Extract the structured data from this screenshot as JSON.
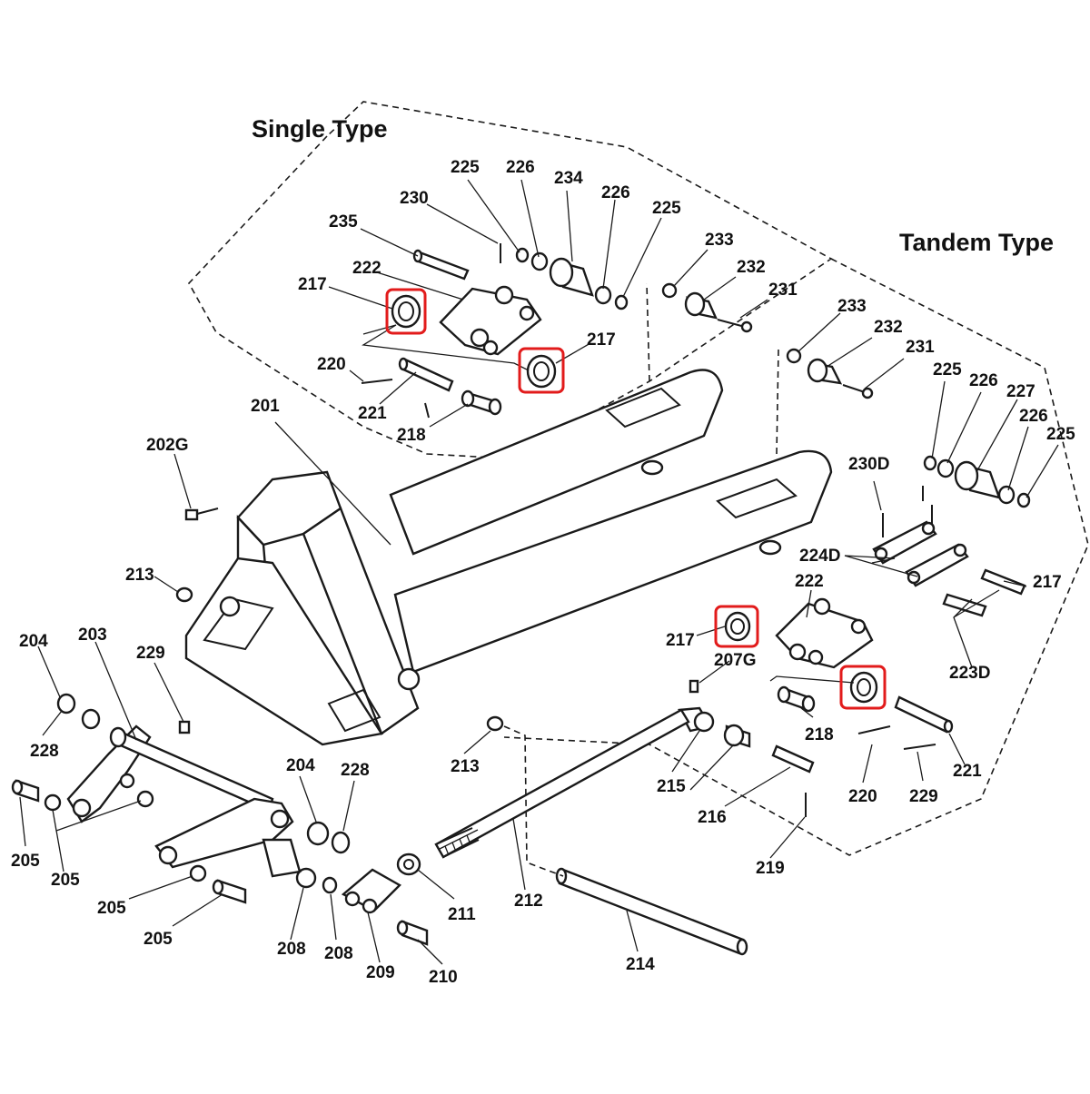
{
  "sections": {
    "single": "Single Type",
    "tandem": "Tandem Type"
  },
  "colors": {
    "highlight": "#e21b1b",
    "line": "#1a1a1a"
  },
  "labels": [
    {
      "id": "l225a",
      "text": "225"
    },
    {
      "id": "l226a",
      "text": "226"
    },
    {
      "id": "l234",
      "text": "234"
    },
    {
      "id": "l226b",
      "text": "226"
    },
    {
      "id": "l225b",
      "text": "225"
    },
    {
      "id": "l230",
      "text": "230"
    },
    {
      "id": "l235",
      "text": "235"
    },
    {
      "id": "l222a",
      "text": "222"
    },
    {
      "id": "l217a",
      "text": "217"
    },
    {
      "id": "l217b",
      "text": "217"
    },
    {
      "id": "l233a",
      "text": "233"
    },
    {
      "id": "l232a",
      "text": "232"
    },
    {
      "id": "l231a",
      "text": "231"
    },
    {
      "id": "l220a",
      "text": "220"
    },
    {
      "id": "l221a",
      "text": "221"
    },
    {
      "id": "l218a",
      "text": "218"
    },
    {
      "id": "l201",
      "text": "201"
    },
    {
      "id": "l202G",
      "text": "202G"
    },
    {
      "id": "l213a",
      "text": "213"
    },
    {
      "id": "l233b",
      "text": "233"
    },
    {
      "id": "l232b",
      "text": "232"
    },
    {
      "id": "l231b",
      "text": "231"
    },
    {
      "id": "l225c",
      "text": "225"
    },
    {
      "id": "l226c",
      "text": "226"
    },
    {
      "id": "l227",
      "text": "227"
    },
    {
      "id": "l226d",
      "text": "226"
    },
    {
      "id": "l225d",
      "text": "225"
    },
    {
      "id": "l230D",
      "text": "230D"
    },
    {
      "id": "l224D",
      "text": "224D"
    },
    {
      "id": "l222b",
      "text": "222"
    },
    {
      "id": "l217c",
      "text": "217"
    },
    {
      "id": "l217d",
      "text": "217"
    },
    {
      "id": "l207G",
      "text": "207G"
    },
    {
      "id": "l223D",
      "text": "223D"
    },
    {
      "id": "l218b",
      "text": "218"
    },
    {
      "id": "l204a",
      "text": "204"
    },
    {
      "id": "l203",
      "text": "203"
    },
    {
      "id": "l229a",
      "text": "229"
    },
    {
      "id": "l228a",
      "text": "228"
    },
    {
      "id": "l213b",
      "text": "213"
    },
    {
      "id": "l215",
      "text": "215"
    },
    {
      "id": "l220b",
      "text": "220"
    },
    {
      "id": "l229b",
      "text": "229"
    },
    {
      "id": "l221b",
      "text": "221"
    },
    {
      "id": "l216",
      "text": "216"
    },
    {
      "id": "l204b",
      "text": "204"
    },
    {
      "id": "l228b",
      "text": "228"
    },
    {
      "id": "l219",
      "text": "219"
    },
    {
      "id": "l205a",
      "text": "205"
    },
    {
      "id": "l205b",
      "text": "205"
    },
    {
      "id": "l205c",
      "text": "205"
    },
    {
      "id": "l205d",
      "text": "205"
    },
    {
      "id": "l208a",
      "text": "208"
    },
    {
      "id": "l208b",
      "text": "208"
    },
    {
      "id": "l209",
      "text": "209"
    },
    {
      "id": "l210",
      "text": "210"
    },
    {
      "id": "l211",
      "text": "211"
    },
    {
      "id": "l212",
      "text": "212"
    },
    {
      "id": "l214",
      "text": "214"
    }
  ],
  "highlighted_parts": [
    "217",
    "217",
    "217",
    "217"
  ]
}
